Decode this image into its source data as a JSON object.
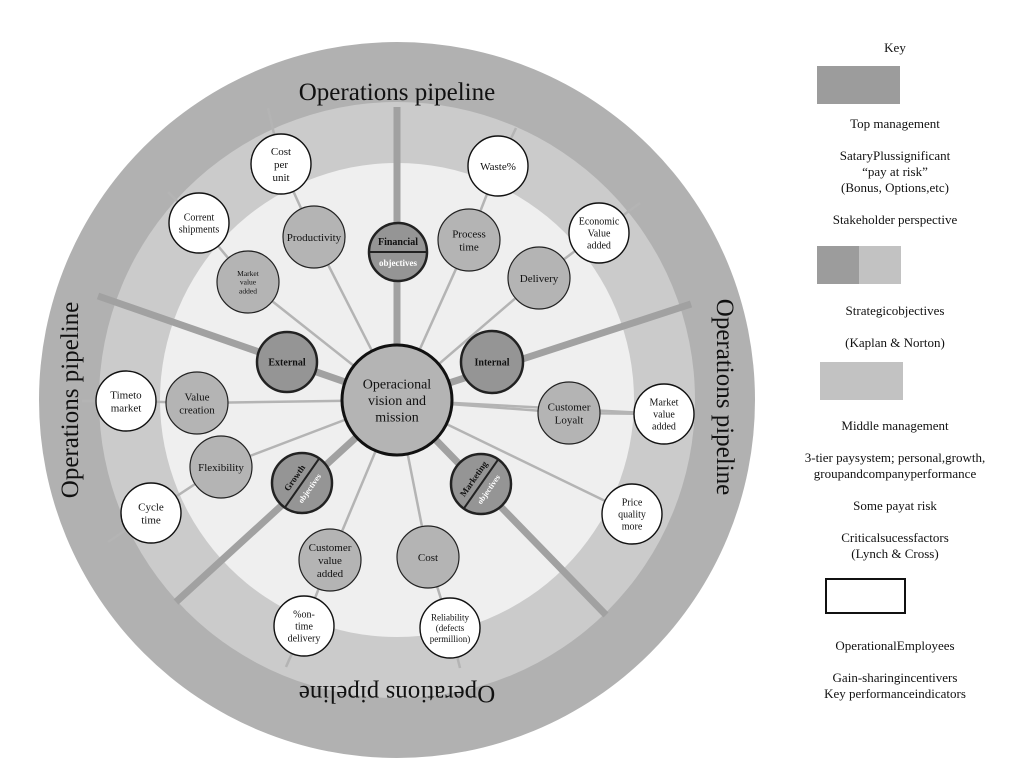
{
  "diagram": {
    "ring_titles": {
      "top": "Operations pipeline",
      "left": "Operations pipeline",
      "right": "Operations pipeline",
      "bottom": "Operations pipeline"
    },
    "center": [
      "Operacional",
      "vision and",
      "mission"
    ],
    "hubs": [
      {
        "id": "external",
        "lines": [
          "External"
        ]
      },
      {
        "id": "internal",
        "lines": [
          "Internal"
        ]
      },
      {
        "id": "financial",
        "lines": [
          "Financial",
          "objectives"
        ]
      },
      {
        "id": "growth",
        "lines": [
          "Growth",
          "objectives"
        ]
      },
      {
        "id": "marketing",
        "lines": [
          "Marketing",
          "objectives"
        ]
      }
    ],
    "middle_nodes": [
      {
        "id": "productivity",
        "lines": [
          "Productivity"
        ]
      },
      {
        "id": "process-time",
        "lines": [
          "Process",
          "time"
        ]
      },
      {
        "id": "delivery",
        "lines": [
          "Delivery"
        ]
      },
      {
        "id": "market-value-added-inner",
        "lines": [
          "Market",
          "value",
          "added"
        ]
      },
      {
        "id": "value-creation",
        "lines": [
          "Value",
          "creation"
        ]
      },
      {
        "id": "flexibility",
        "lines": [
          "Flexibility"
        ]
      },
      {
        "id": "customer-loyalt",
        "lines": [
          "Customer",
          "Loyalt"
        ]
      },
      {
        "id": "customer-value-added",
        "lines": [
          "Customer",
          "value",
          "added"
        ]
      },
      {
        "id": "cost",
        "lines": [
          "Cost"
        ]
      }
    ],
    "outer_nodes": [
      {
        "id": "cost-per-unit",
        "lines": [
          "Cost",
          "per",
          "unit"
        ]
      },
      {
        "id": "waste",
        "lines": [
          "Waste%"
        ]
      },
      {
        "id": "corrent-shipments",
        "lines": [
          "Corrent",
          "shipments"
        ]
      },
      {
        "id": "economic-value-added",
        "lines": [
          "Economic",
          "Value",
          "added"
        ]
      },
      {
        "id": "time-to-market",
        "lines": [
          "Timeto",
          "market"
        ]
      },
      {
        "id": "market-value-added-outer",
        "lines": [
          "Market",
          "value",
          "added"
        ]
      },
      {
        "id": "cycle-time",
        "lines": [
          "Cycle",
          "time"
        ]
      },
      {
        "id": "price-quality-more",
        "lines": [
          "Price",
          "quality",
          "more"
        ]
      },
      {
        "id": "on-time-delivery",
        "lines": [
          "%on-",
          "time",
          "delivery"
        ]
      },
      {
        "id": "reliability",
        "lines": [
          "Reliability",
          "(defects",
          "permillion)"
        ]
      }
    ]
  },
  "legend": {
    "title": "Key",
    "top": {
      "label": "Top management",
      "desc": [
        "SataryPlussignificant",
        "“pay at risk”",
        "(Bonus, Options,etc)"
      ],
      "perspective": "Stakeholder perspective"
    },
    "strategic": [
      "Strategicobjectives",
      "(Kaplan & Norton)"
    ],
    "middle": {
      "label": "Middle management",
      "desc": [
        "3-tier paysystem; personal,growth,",
        "groupandcompanyperformance"
      ],
      "desc2": "Some payat risk",
      "csf": [
        "Criticalsucessfactors",
        "(Lynch & Cross)"
      ]
    },
    "operational": {
      "label": "OperationalEmployees",
      "desc": [
        "Gain-sharingincentivers",
        "Key performanceindicators"
      ]
    }
  },
  "colors": {
    "outer_band": "#b1b1b1",
    "middle_band": "#cbcbcb",
    "inner_disc": "#efefef",
    "spoke_thick": "#a1a1a1",
    "spoke_thin": "#b4b4b4",
    "hub_fill": "#959595",
    "node_fill": "#b4b4b4",
    "outer_node_fill": "#ffffff",
    "swatch_dark": "#9c9c9c",
    "swatch_light": "#c2c2c2"
  }
}
